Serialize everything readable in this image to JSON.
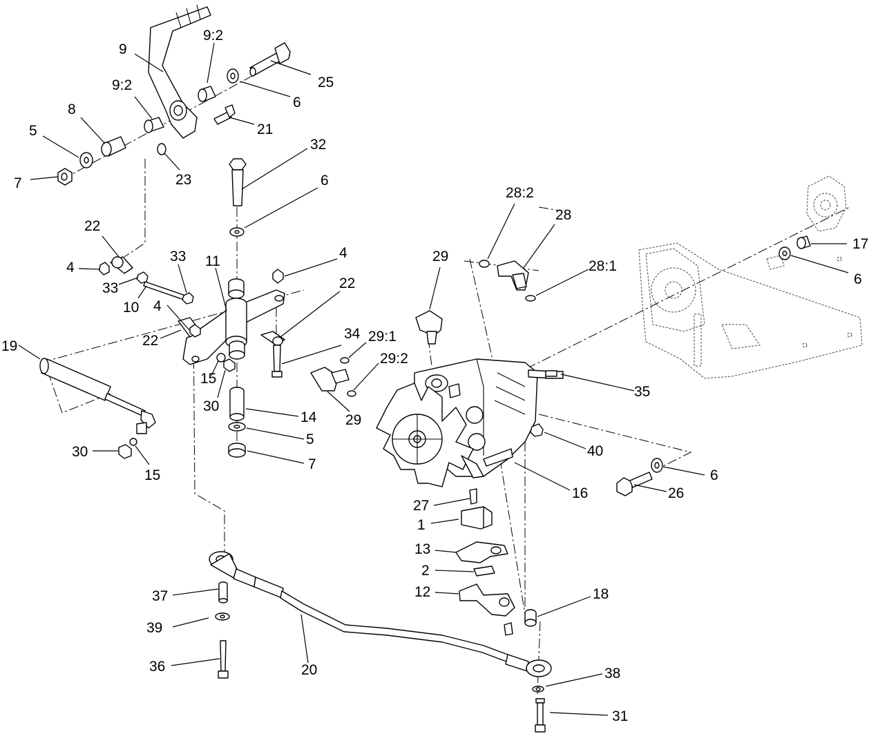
{
  "callouts": [
    {
      "id": "c9",
      "text": "9"
    },
    {
      "id": "c9-2a",
      "text": "9:2"
    },
    {
      "id": "c25",
      "text": "25"
    },
    {
      "id": "c6a",
      "text": "6"
    },
    {
      "id": "c9-2b",
      "text": "9:2"
    },
    {
      "id": "c8",
      "text": "8"
    },
    {
      "id": "c21",
      "text": "21"
    },
    {
      "id": "c5a",
      "text": "5"
    },
    {
      "id": "c7a",
      "text": "7"
    },
    {
      "id": "c23",
      "text": "23"
    },
    {
      "id": "c32",
      "text": "32"
    },
    {
      "id": "c6b",
      "text": "6"
    },
    {
      "id": "c28-2",
      "text": "28:2"
    },
    {
      "id": "c28",
      "text": "28"
    },
    {
      "id": "c17",
      "text": "17"
    },
    {
      "id": "c6c",
      "text": "6"
    },
    {
      "id": "c28-1",
      "text": "28:1"
    },
    {
      "id": "c29a",
      "text": "29"
    },
    {
      "id": "c22a",
      "text": "22"
    },
    {
      "id": "c4a",
      "text": "4"
    },
    {
      "id": "c33a",
      "text": "33"
    },
    {
      "id": "c33b",
      "text": "33"
    },
    {
      "id": "c11",
      "text": "11"
    },
    {
      "id": "c4b",
      "text": "4"
    },
    {
      "id": "c22b",
      "text": "22"
    },
    {
      "id": "c10",
      "text": "10"
    },
    {
      "id": "c4c",
      "text": "4"
    },
    {
      "id": "c22c",
      "text": "22"
    },
    {
      "id": "c34",
      "text": "34"
    },
    {
      "id": "c19",
      "text": "19"
    },
    {
      "id": "c29-1",
      "text": "29:1"
    },
    {
      "id": "c29-2",
      "text": "29:2"
    },
    {
      "id": "c15a",
      "text": "15"
    },
    {
      "id": "c30a",
      "text": "30"
    },
    {
      "id": "c35",
      "text": "35"
    },
    {
      "id": "c14",
      "text": "14"
    },
    {
      "id": "c29b",
      "text": "29"
    },
    {
      "id": "c5b",
      "text": "5"
    },
    {
      "id": "c40",
      "text": "40"
    },
    {
      "id": "c30b",
      "text": "30"
    },
    {
      "id": "c7b",
      "text": "7"
    },
    {
      "id": "c15b",
      "text": "15"
    },
    {
      "id": "c6d",
      "text": "6"
    },
    {
      "id": "c16",
      "text": "16"
    },
    {
      "id": "c26",
      "text": "26"
    },
    {
      "id": "c27",
      "text": "27"
    },
    {
      "id": "c1",
      "text": "1"
    },
    {
      "id": "c13",
      "text": "13"
    },
    {
      "id": "c2",
      "text": "2"
    },
    {
      "id": "c12",
      "text": "12"
    },
    {
      "id": "c18",
      "text": "18"
    },
    {
      "id": "c37",
      "text": "37"
    },
    {
      "id": "c39",
      "text": "39"
    },
    {
      "id": "c36",
      "text": "36"
    },
    {
      "id": "c20",
      "text": "20"
    },
    {
      "id": "c38",
      "text": "38"
    },
    {
      "id": "c31",
      "text": "31"
    }
  ]
}
